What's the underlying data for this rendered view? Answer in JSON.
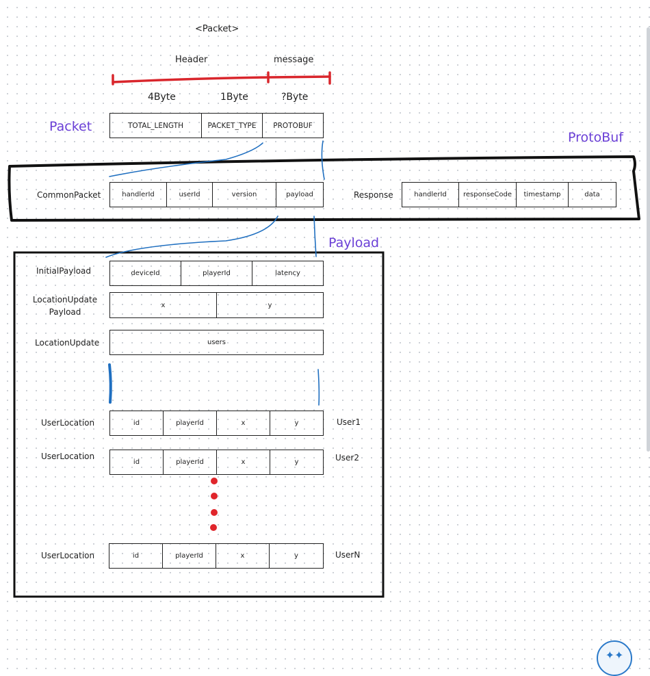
{
  "title": "<Packet>",
  "header_labels": {
    "header": "Header",
    "message": "message"
  },
  "byte_labels": [
    "4Byte",
    "1Byte",
    "?Byte"
  ],
  "section_labels": {
    "packet": "Packet",
    "protobuf": "ProtoBuf",
    "payload": "Payload"
  },
  "packet_fields": [
    "TOTAL_LENGTH",
    "PACKET_TYPE",
    "PROTOBUF"
  ],
  "common_packet": {
    "label": "CommonPacket",
    "fields": [
      "handlerId",
      "userId",
      "version",
      "payload"
    ]
  },
  "response": {
    "label": "Response",
    "fields": [
      "handlerId",
      "responseCode",
      "timestamp",
      "data"
    ]
  },
  "initial_payload": {
    "label": "InitialPayload",
    "fields": [
      "deviceId",
      "playerId",
      "latency"
    ]
  },
  "location_update_payload": {
    "label_line1": "LocationUpdate",
    "label_line2": "Payload",
    "fields": [
      "x",
      "y"
    ]
  },
  "location_update": {
    "label": "LocationUpdate",
    "fields": [
      "users"
    ]
  },
  "user_locations": [
    {
      "label": "UserLocation",
      "tag": "User1",
      "fields": [
        "id",
        "playerId",
        "x",
        "y"
      ]
    },
    {
      "label": "UserLocation",
      "tag": "User2",
      "fields": [
        "id",
        "playerId",
        "x",
        "y"
      ]
    },
    {
      "label": "UserLocation",
      "tag": "UserN",
      "fields": [
        "id",
        "playerId",
        "x",
        "y"
      ]
    }
  ],
  "colors": {
    "accent_purple": "#6a3fd6",
    "bracket_red": "#d9262c",
    "connector_blue": "#1f6fc0",
    "ellipsis_red": "#e0262c"
  }
}
